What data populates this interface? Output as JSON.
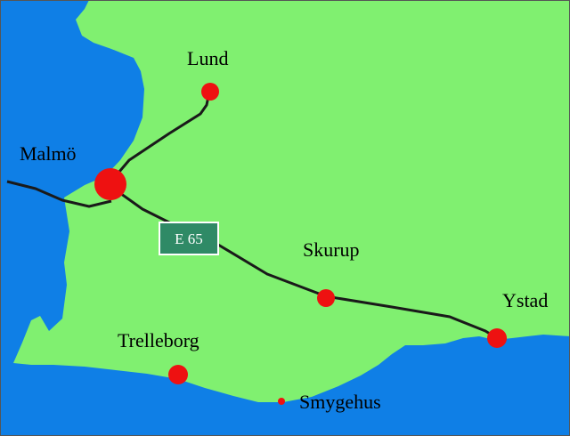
{
  "map": {
    "colors": {
      "sea": "#0f7fe6",
      "land": "#80f070",
      "road": "#1a1a1a",
      "city": "#ee1111",
      "route_sign_fill": "#2f8a66",
      "route_sign_border": "#ffffff"
    },
    "route": {
      "label": "E 65"
    },
    "cities": [
      {
        "name": "Lund",
        "size": "medium"
      },
      {
        "name": "Malmö",
        "size": "large"
      },
      {
        "name": "Skurup",
        "size": "medium"
      },
      {
        "name": "Ystad",
        "size": "medium"
      },
      {
        "name": "Trelleborg",
        "size": "medium"
      },
      {
        "name": "Smygehus",
        "size": "small"
      }
    ]
  }
}
